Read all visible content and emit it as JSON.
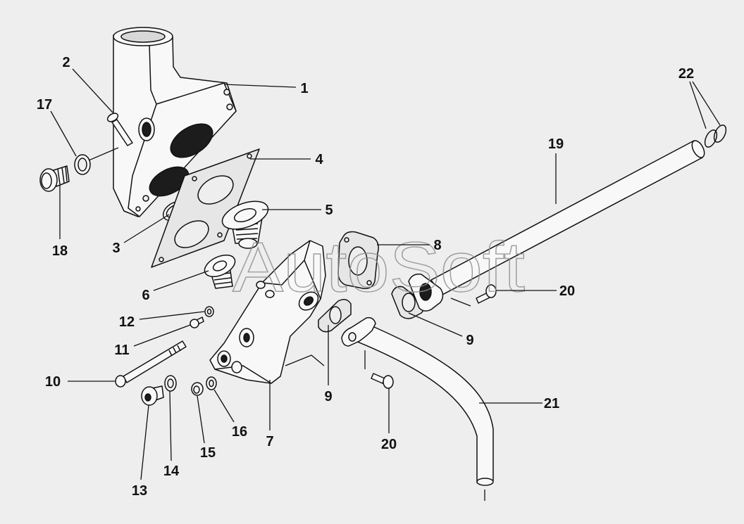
{
  "diagram": {
    "watermark": "AutoSoft",
    "callouts": [
      "1",
      "2",
      "3",
      "4",
      "5",
      "6",
      "7",
      "8",
      "9",
      "9",
      "10",
      "11",
      "12",
      "13",
      "14",
      "15",
      "16",
      "17",
      "18",
      "19",
      "20",
      "20",
      "21",
      "22"
    ]
  }
}
